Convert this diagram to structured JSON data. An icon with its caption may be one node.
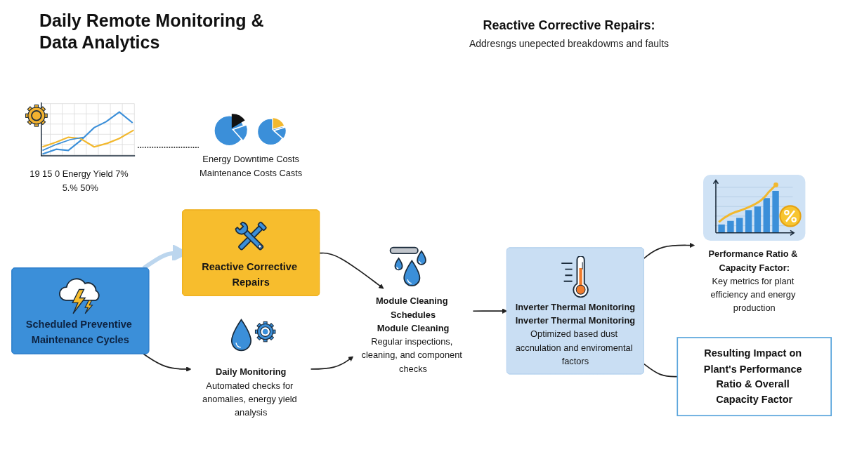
{
  "diagram": {
    "title": "Daily Remote Monitoring & Data Analytics",
    "nodes": [
      {
        "text": [],
        "shape": "picture",
        "beside": [
          "19",
          "15",
          "0",
          "Energy Yield",
          "7%",
          "5.%",
          "50%"
        ]
      },
      {
        "text": [
          "Energy Downtime Costs",
          "Maintenance Costs Casts"
        ]
      },
      {
        "text": [
          "Scheduled Preventive Maintenance Cycles"
        ]
      },
      {
        "text": [
          "Reactive Corrective Repairs"
        ]
      },
      {
        "text": [
          "Resulting Impact on Plant's Performance Ratio & Overall Capacity Factor"
        ]
      },
      {
        "text": [
          "Daily Monitoring",
          "Automated checks for anomalies, energy yield analysis"
        ]
      },
      {
        "text": [
          "Module Cleaning Schedules",
          "Module Cleaning",
          "Regular inspections, cleaning, and component checks"
        ]
      },
      {
        "text": [
          "Inverter Thermal Monitoring",
          "Inverter Thermal Monitoring",
          "Optimized based dust accnulation and enviromental factors"
        ]
      },
      {
        "text": [
          "Performance Ratio & Capacity Factor:",
          "Key metrics for plant efficiency and energy production"
        ]
      }
    ],
    "edges": [
      {
        "from": 0,
        "to": 1,
        "arrow": "none",
        "style": "dashed"
      },
      {
        "from": 2,
        "to": 3,
        "arrow": "to",
        "style": "thick",
        "color": "#bcd6ee"
      },
      {
        "from": 2,
        "to": 5,
        "arrow": "to"
      },
      {
        "from": 3,
        "to": 6,
        "arrow": "to"
      },
      {
        "from": 5,
        "to": 6,
        "arrow": "to"
      },
      {
        "from": 6,
        "to": 7,
        "arrow": "to"
      },
      {
        "from": 7,
        "to": 8,
        "arrow": "to"
      },
      {
        "from": 7,
        "to": 4,
        "arrow": "none"
      }
    ],
    "labels": [
      "Reactive Corrective Repairs:",
      "Addresngs unepected breakdowms and faults"
    ]
  }
}
